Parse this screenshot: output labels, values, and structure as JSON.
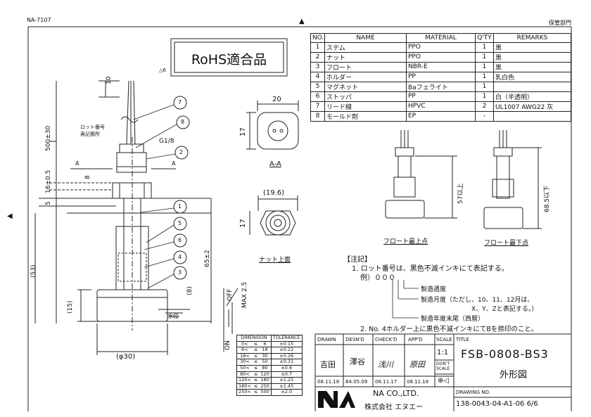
{
  "doc_code": "NA-7107",
  "storage_dept": "保管部門",
  "rohs_label": "RoHS適合品",
  "rev_mark": "6",
  "parts_table": {
    "headers": [
      "NO.",
      "NAME",
      "MATERIAL",
      "Q'TY",
      "REMARKS"
    ],
    "rows": [
      [
        "1",
        "ステム",
        "PPO",
        "1",
        "黒"
      ],
      [
        "2",
        "ナット",
        "PPO",
        "1",
        "黒"
      ],
      [
        "3",
        "フロート",
        "NBR-E",
        "1",
        "黒"
      ],
      [
        "4",
        "ホルダー",
        "PP",
        "1",
        "乳白色"
      ],
      [
        "5",
        "マグネット",
        "Baフェライト",
        "1",
        ""
      ],
      [
        "6",
        "ストッパ",
        "PP",
        "1",
        "白（半透明）"
      ],
      [
        "7",
        "リード線",
        "HPVC",
        "2",
        "UL1007 AWG22 灰"
      ],
      [
        "8",
        "モールド剤",
        "EP",
        "-",
        ""
      ]
    ]
  },
  "drawing_labels": {
    "lot_no_label": "ロット番号",
    "lot_no_label2": "表記箇所",
    "thread": "G1/8",
    "dim_10": "10",
    "dim_500": "500±30",
    "dim_16": "16±0.5",
    "dim_8": "8",
    "dim_5": "5",
    "dim_53": "(53)",
    "dim_15": "(15)",
    "dim_65": "65±2",
    "dim_8b": "(8)",
    "dim_phi30": "(φ30)",
    "section_a": "A",
    "water_level": "水位",
    "max_label": "MAX 2.5",
    "off_label": "OFF",
    "on_label": "ON",
    "balloons": [
      "7",
      "8",
      "2",
      "1",
      "5",
      "6",
      "4",
      "3"
    ],
    "view_aa_width": "20",
    "view_aa_height": "17",
    "view_aa_title": "A-A",
    "view_nut_width": "(19.6)",
    "view_nut_height": "17",
    "view_nut_title": "ナット上面",
    "float_top_dim": "57以上",
    "float_top_title": "フロート最上点",
    "float_bottom_dim": "68.5以下",
    "float_bottom_title": "フロート最下点"
  },
  "notes": {
    "heading": "【注記】",
    "line1": "1. ロット番号は、黒色不滅インキにて表記する。",
    "example": "例）０００",
    "lot_week": "製造週度",
    "lot_month": "製造月度（ただし、10、11、12月は、",
    "lot_month2": "X、Y、Zと表記する。）",
    "lot_year": "製造年度末尾（西暦）",
    "line2": "2. No. 4ホルダー上に黒色不滅インキにてBを捺印のこと。"
  },
  "tolerance_table": {
    "headers": [
      "DIMENSION",
      "TOLERANCE"
    ],
    "rows": [
      [
        "0<",
        "≤",
        "6",
        "±0.15"
      ],
      [
        "6<",
        "≤",
        "18",
        "±0.22"
      ],
      [
        "18<",
        "≤",
        "30",
        "±0.26"
      ],
      [
        "30<",
        "≤",
        "50",
        "±0.31"
      ],
      [
        "50<",
        "≤",
        "80",
        "±0.6"
      ],
      [
        "80<",
        "≤",
        "120",
        "±0.7"
      ],
      [
        "120<",
        "≤",
        "180",
        "±1.25"
      ],
      [
        "180<",
        "≤",
        "250",
        "±1.45"
      ],
      [
        "250<",
        "≤",
        "500",
        "±2.0"
      ]
    ]
  },
  "title_block": {
    "drawn_label": "DRAWN",
    "desnd_label": "DESN'D",
    "checkd_label": "CHECK'D",
    "appd_label": "APP'D",
    "scale_label": "SCALE",
    "title_label": "TITLE",
    "drawn_by": "吉田",
    "designed_by": "澤谷",
    "checked_by": "浅川",
    "approved_by": "原田",
    "drawn_date": "08.11.18",
    "designed_date": "84.05.09",
    "checked_date": "08.11.17",
    "approved_date": "08.11.18",
    "scale_value": "1:1",
    "dont_scale": "DON'T SCALE",
    "product_title": "FSB-0808-BS3",
    "subtitle": "外形図",
    "company_en": "NA CO.,LTD.",
    "company_jp": "株式会社 エヌエー",
    "drawing_no_label": "DRAWING NO.",
    "drawing_no": "138-0043-04-A1-06 6/6"
  }
}
